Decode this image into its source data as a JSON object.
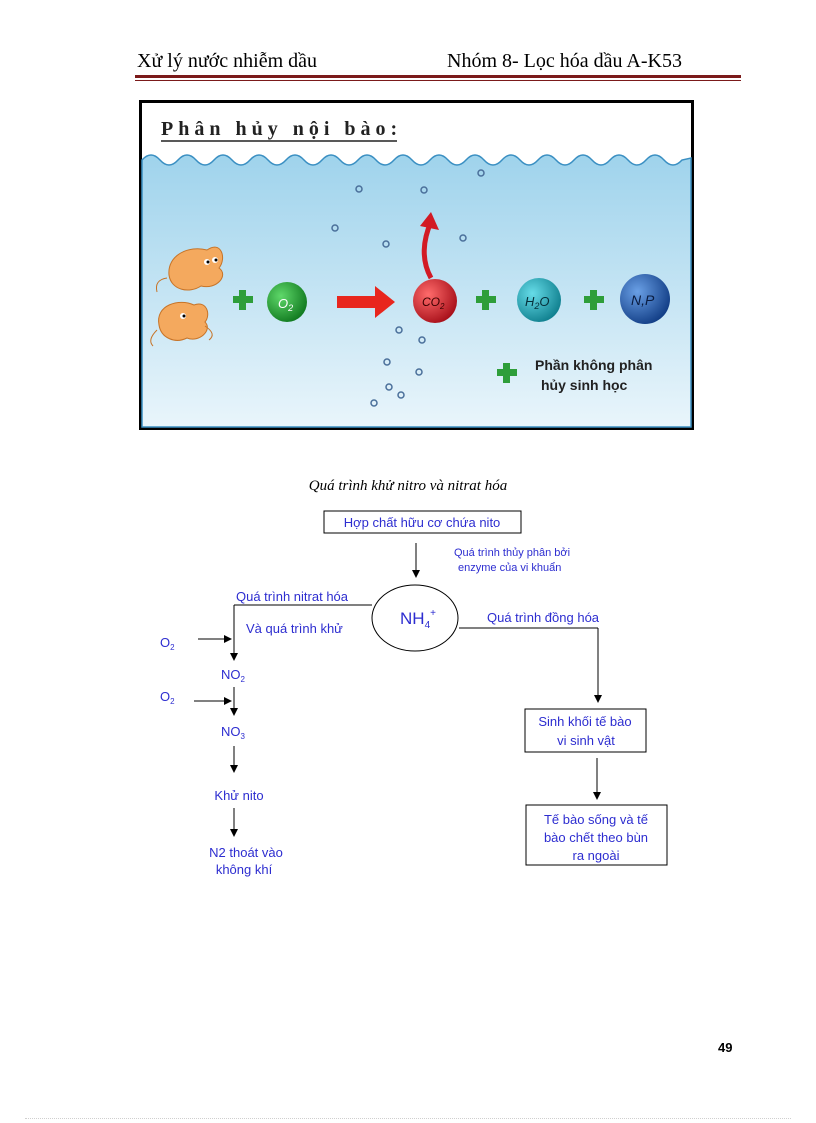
{
  "header": {
    "left": "Xử lý nước nhiễm dầu",
    "right": "Nhóm 8- Lọc hóa dầu A-K53"
  },
  "figure1": {
    "title": "Phân hủy nội bào:",
    "o2": "O",
    "o2_sub": "2",
    "co2": "CO",
    "co2_sub": "2",
    "h2o_h": "H",
    "h2o_sub": "2",
    "h2o_o": "O",
    "np": "N,P",
    "note_line1": "Phần không phân",
    "note_line2": "hủy sinh học",
    "colors": {
      "water": "#aad9ef",
      "o2": "#1f9a2e",
      "co2": "#d21a24",
      "h2o": "#1aa6b8",
      "np": "#1f5fb0",
      "plus": "#2e9e3a",
      "arrow": "#e8261d"
    }
  },
  "caption": "Quá trình khử nitro và nitrat hóa",
  "flow": {
    "top_box": "Hợp chất hữu cơ chứa nito",
    "hydrolysis_1": "Quá trình thủy phân bởi",
    "hydrolysis_2": "enzyme của vi khuẩn",
    "nh4": "NH",
    "nh4_sub": "4",
    "nh4_sup": "+",
    "nitrat_label": "Quá trình nitrat hóa",
    "khu_label": "Và quá trình khử",
    "dong_hoa": "Quá trình đồng hóa",
    "o2a": "O",
    "o2a_sub": "2",
    "o2b": "O",
    "o2b_sub": "2",
    "no2": "NO",
    "no2_sub": "2",
    "no3": "NO",
    "no3_sub": "3",
    "khu_nito": "Khử nito",
    "n2_line1": "N2 thoát vào",
    "n2_line2": "không khí",
    "sinh_khoi_1": "Sinh khối tế bào",
    "sinh_khoi_2": "vi sinh vật",
    "te_bao_1": "Tế bào sống và tế",
    "te_bao_2": "bào chết theo bùn",
    "te_bao_3": "ra ngoài"
  },
  "page_number": "49"
}
